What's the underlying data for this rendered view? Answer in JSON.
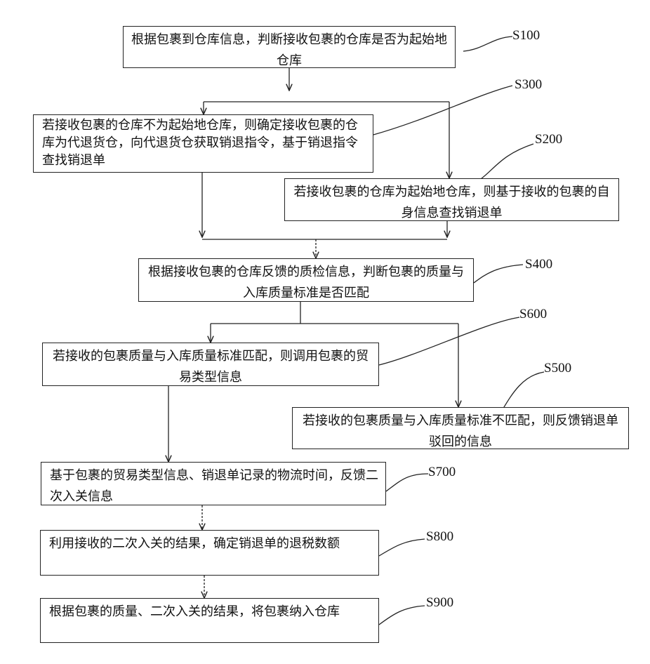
{
  "steps": [
    {
      "id": "S100",
      "text": "根据包裹到仓库信息，判断接收包裹的仓库是否为起始地仓库"
    },
    {
      "id": "S300",
      "text": "若接收包裹的仓库不为起始地仓库，则确定接收包裹的仓库为代退货仓，向代退货仓获取销退指令，基于销退指令查找销退单"
    },
    {
      "id": "S200",
      "text": "若接收包裹的仓库为起始地仓库，则基于接收的包裹的自身信息查找销退单"
    },
    {
      "id": "S400",
      "text": "根据接收包裹的仓库反馈的质检信息，判断包裹的质量与入库质量标准是否匹配"
    },
    {
      "id": "S600",
      "text": "若接收的包裹质量与入库质量标准匹配，则调用包裹的贸易类型信息"
    },
    {
      "id": "S500",
      "text": "若接收的包裹质量与入库质量标准不匹配，则反馈销退单驳回的信息"
    },
    {
      "id": "S700",
      "text": "基于包裹的贸易类型信息、销退单记录的物流时间，反馈二次入关信息"
    },
    {
      "id": "S800",
      "text": "利用接收的二次入关的结果，确定销退单的退税数额"
    },
    {
      "id": "S900",
      "text": "根据包裹的质量、二次入关的结果，将包裹纳入仓库"
    }
  ]
}
